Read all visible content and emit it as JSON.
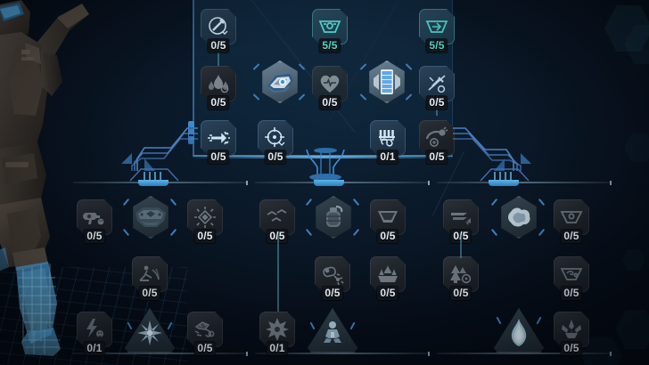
{
  "screen": {
    "name": "skill-tree",
    "accent_cyan": "#4fd9cc",
    "accent_blue": "#5bb4ea",
    "bg_dark": "#06101c"
  },
  "top_panel": {
    "name": "core-upgrade-panel",
    "nodes": [
      {
        "id": "tp-1",
        "icon": "syringe-cycle-icon",
        "level": "0/5",
        "state": "avail"
      },
      {
        "id": "tp-2",
        "icon": "visor-scan-icon",
        "level": "5/5",
        "state": "maxed"
      },
      {
        "id": "tp-3",
        "icon": "visor-boost-icon",
        "level": "5/5",
        "state": "maxed"
      },
      {
        "id": "tp-4",
        "icon": "flame-drop-icon",
        "level": "0/5",
        "state": "locked"
      },
      {
        "id": "tp-5",
        "icon": "heart-pulse-icon",
        "level": "0/5",
        "state": "dim"
      },
      {
        "id": "tp-6",
        "icon": "no-syringe-icon",
        "level": "0/5",
        "state": "avail"
      },
      {
        "id": "tp-7",
        "icon": "rocket-burst-icon",
        "level": "0/5",
        "state": "avail"
      },
      {
        "id": "tp-8",
        "icon": "crosshair-icon",
        "level": "0/5",
        "state": "avail"
      },
      {
        "id": "tp-9",
        "icon": "ammo-crate-loop-icon",
        "level": "0/1",
        "state": "avail"
      },
      {
        "id": "tp-10",
        "icon": "grenade-arc-icon",
        "level": "0/5",
        "state": "locked"
      }
    ],
    "major_nodes": [
      {
        "id": "tp-major-1",
        "icon": "drone-module-icon",
        "state": "bright"
      },
      {
        "id": "tp-major-2",
        "icon": "battery-cell-icon",
        "state": "bright"
      }
    ]
  },
  "branches": [
    {
      "name": "branch-left",
      "nodes": [
        {
          "id": "bl-1",
          "icon": "revolver-skull-icon",
          "level": "0/5",
          "state": "locked"
        },
        {
          "id": "bl-2",
          "icon": "diamond-burst-icon",
          "level": "0/5",
          "state": "locked"
        },
        {
          "id": "bl-3",
          "icon": "slide-kick-icon",
          "level": "0/5",
          "state": "locked"
        },
        {
          "id": "bl-4",
          "icon": "lightning-skull-icon",
          "level": "0/1",
          "state": "locked"
        },
        {
          "id": "bl-5",
          "icon": "wire-trap-icon",
          "level": "0/5",
          "state": "locked"
        }
      ],
      "major": {
        "id": "bl-major",
        "icon": "helmet-visor-icon"
      },
      "capstone": {
        "id": "bl-capstone",
        "icon": "shock-nova-icon"
      }
    },
    {
      "name": "branch-center",
      "nodes": [
        {
          "id": "bc-1",
          "icon": "birds-flock-icon",
          "level": "0/5",
          "state": "locked"
        },
        {
          "id": "bc-2",
          "icon": "shield-bowl-icon",
          "level": "0/5",
          "state": "locked"
        },
        {
          "id": "bc-3",
          "icon": "mine-spark-icon",
          "level": "0/5",
          "state": "locked"
        },
        {
          "id": "bc-4",
          "icon": "flame-crown-icon",
          "level": "0/5",
          "state": "locked"
        },
        {
          "id": "bc-5",
          "icon": "star-burst-icon",
          "level": "0/1",
          "state": "locked"
        }
      ],
      "major": {
        "id": "bc-major",
        "icon": "grenade-icon"
      },
      "capstone": {
        "id": "bc-capstone",
        "icon": "crouched-figure-icon"
      }
    },
    {
      "name": "branch-right",
      "nodes": [
        {
          "id": "br-1",
          "icon": "speed-lines-icon",
          "level": "0/5",
          "state": "locked"
        },
        {
          "id": "br-2",
          "icon": "eye-visor-icon",
          "level": "0/5",
          "state": "locked"
        },
        {
          "id": "br-3",
          "icon": "forest-gear-icon",
          "level": "0/5",
          "state": "locked"
        },
        {
          "id": "br-4",
          "icon": "visor-swirl-icon",
          "level": "0/5",
          "state": "locked"
        },
        {
          "id": "br-5",
          "icon": "crown-spike-icon",
          "level": "0/5",
          "state": "locked"
        }
      ],
      "major": {
        "id": "br-major",
        "icon": "smoke-cloud-icon"
      },
      "capstone": {
        "id": "br-capstone",
        "icon": "geyser-icon"
      }
    }
  ]
}
